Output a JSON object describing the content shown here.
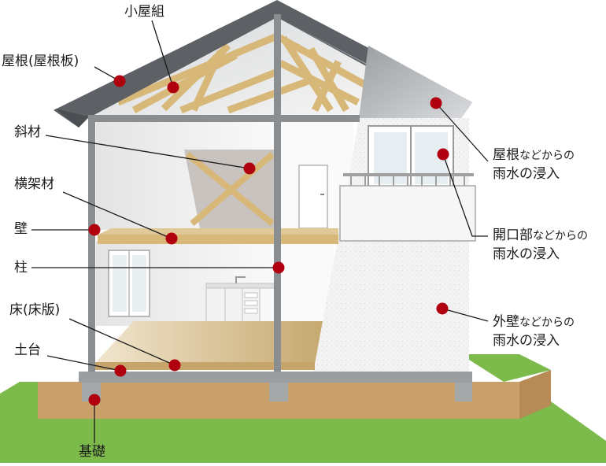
{
  "labels": {
    "koyagumi": "小屋組",
    "yane": "屋根(屋根板)",
    "shazai": "斜材",
    "yokokazai": "横架材",
    "kabe": "壁",
    "hashira": "柱",
    "yuka": "床(床版)",
    "dodai": "土台",
    "kiso": "基礎"
  },
  "right_labels": {
    "roof_leak": {
      "strong": "屋根",
      "rest": "などからの",
      "line2": "雨水の浸入"
    },
    "opening_leak": {
      "strong": "開口部",
      "rest": "などからの",
      "line2": "雨水の浸入"
    },
    "wall_leak": {
      "strong": "外壁",
      "rest": "などからの",
      "line2": "雨水の浸入"
    }
  },
  "colors": {
    "marker": "#b00010",
    "frame": "#8a8e91",
    "roof": "#5d6064",
    "timber": "#d8b878",
    "floor": "#cdb283",
    "ground": "#caa06a",
    "grass": "#7dba4c",
    "exterior_wall": "#f2f2f2"
  }
}
